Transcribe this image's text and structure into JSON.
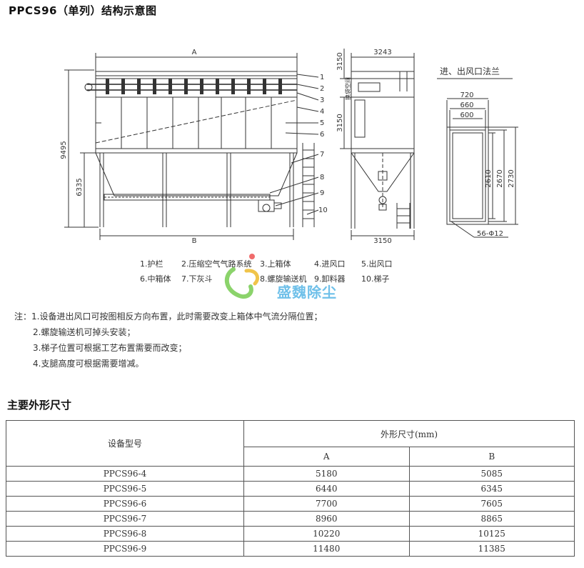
{
  "title": "PPCS96（单列）结构示意图",
  "drawing": {
    "front": {
      "dim_top": "A",
      "dim_bottom": "B",
      "dim_total_height": "9495",
      "dim_leg_height": "6335",
      "callouts": [
        "1",
        "2",
        "3",
        "4",
        "5",
        "6",
        "7",
        "8",
        "9",
        "10"
      ]
    },
    "side": {
      "dim_top": "3243",
      "dim_bottom": "3150",
      "dim_upper": "3150",
      "dim_mid": "3150",
      "annotation": "换袋空间"
    },
    "flange": {
      "title": "进、出风口法兰",
      "dim_720": "720",
      "dim_660": "660",
      "dim_600": "600",
      "dim_2610": "2610",
      "dim_2670": "2670",
      "dim_2730": "2730",
      "holes": "56-Φ12"
    }
  },
  "legend": [
    [
      "1.护栏",
      "2.压缩空气气路系统",
      "3.上箱体",
      "4.进风口",
      "5.出风口"
    ],
    [
      "6.中箱体",
      "7.下灰斗",
      "8.螺旋输送机",
      "9.卸料器",
      "10.梯子"
    ]
  ],
  "watermark": "盛魏除尘",
  "notes": [
    "注：1.设备进出风口可按图相反方向布置，此时需要改变上箱体中气流分隔位置；",
    "2.螺旋输送机可掉头安装；",
    "3.梯子位置可根据工艺布置需要而改变；",
    "4.支腿高度可根据需要增减。"
  ],
  "dimensions": {
    "section_title": "主要外形尺寸",
    "model_header": "设备型号",
    "size_header": "外形尺寸(mm)",
    "col_a": "A",
    "col_b": "B",
    "rows": [
      {
        "model": "PPCS96-4",
        "a": "5180",
        "b": "5085"
      },
      {
        "model": "PPCS96-5",
        "a": "6440",
        "b": "6345"
      },
      {
        "model": "PPCS96-6",
        "a": "7700",
        "b": "7605"
      },
      {
        "model": "PPCS96-7",
        "a": "8960",
        "b": "8865"
      },
      {
        "model": "PPCS96-8",
        "a": "10220",
        "b": "10125"
      },
      {
        "model": "PPCS96-9",
        "a": "11480",
        "b": "11385"
      }
    ]
  }
}
